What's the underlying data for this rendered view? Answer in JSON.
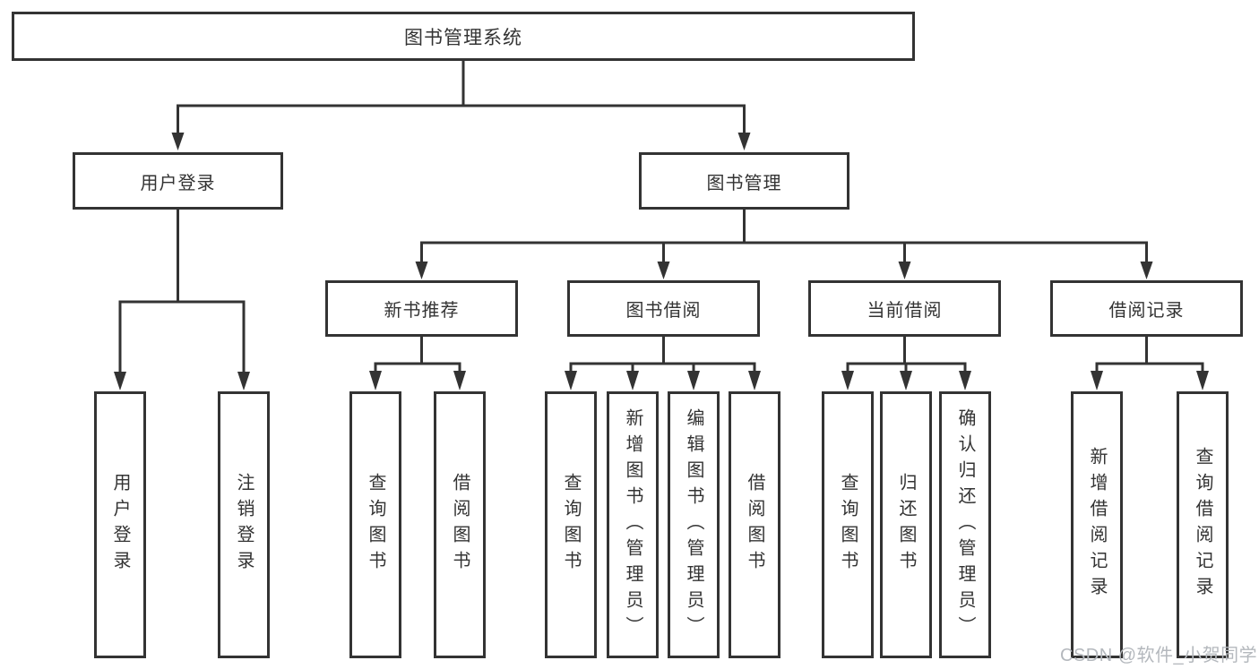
{
  "diagram_type": "hierarchy-tree",
  "tree": {
    "label": "图书管理系统",
    "children": [
      {
        "label": "用户登录",
        "children": [
          {
            "label": "用户登录"
          },
          {
            "label": "注销登录"
          }
        ]
      },
      {
        "label": "图书管理",
        "children": [
          {
            "label": "新书推荐",
            "children": [
              {
                "label": "查询图书"
              },
              {
                "label": "借阅图书"
              }
            ]
          },
          {
            "label": "图书借阅",
            "children": [
              {
                "label": "查询图书"
              },
              {
                "label": "新增图书（管理员）"
              },
              {
                "label": "编辑图书（管理员）"
              },
              {
                "label": "借阅图书"
              }
            ]
          },
          {
            "label": "当前借阅",
            "children": [
              {
                "label": "查询图书"
              },
              {
                "label": "归还图书"
              },
              {
                "label": "确认归还（管理员）"
              }
            ]
          },
          {
            "label": "借阅记录",
            "children": [
              {
                "label": "新增借阅记录"
              },
              {
                "label": "查询借阅记录"
              }
            ]
          }
        ]
      }
    ]
  },
  "watermark": "CSDN @软件_小贺同学",
  "colors": {
    "line": "#333333",
    "text": "#333333",
    "background": "#ffffff",
    "watermark": "#b4b8bd"
  }
}
